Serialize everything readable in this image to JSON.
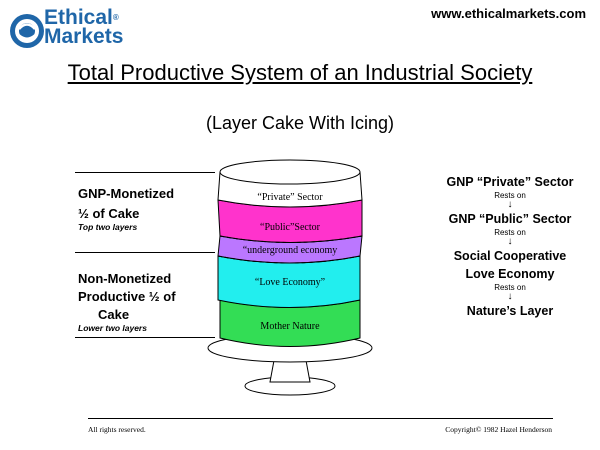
{
  "brand": {
    "logo_line1": "Ethical",
    "logo_mark": "®",
    "logo_line2": "Markets",
    "url": "www.ethicalmarkets.com",
    "colors": {
      "logo_blue": "#1f66a8"
    }
  },
  "title": {
    "main": "Total Productive System of an Industrial Society",
    "subtitle": "(Layer Cake With Icing)"
  },
  "left_panel": {
    "monetized": {
      "line1": "GNP-Monetized",
      "line2": "½ of Cake",
      "note": "Top two layers"
    },
    "non_monetized": {
      "line1": "Non-Monetized",
      "line2": "Productive ½ of",
      "line3": "Cake",
      "note": "Lower two layers"
    }
  },
  "cake": {
    "layers": [
      {
        "label": "“Private” Sector",
        "color": "#ffffff"
      },
      {
        "label": "“Public”Sector",
        "color": "#ff33cc"
      },
      {
        "label": "“underground economy",
        "color": "#bb77ff"
      },
      {
        "label": "“Love Economy”",
        "color": "#22eeee"
      },
      {
        "label": "Mother Nature",
        "color": "#33dd55"
      }
    ]
  },
  "right_panel": {
    "item1": "GNP “Private” Sector",
    "rests1": "Rests on",
    "item2": "GNP “Public” Sector",
    "rests2": "Rests on",
    "item3_line1": "Social Cooperative",
    "item3_line2": "Love Economy",
    "rests3": "Rests on",
    "item4": "Nature’s Layer"
  },
  "footer": {
    "left": "All rights reserved.",
    "right": "Copyright© 1982 Hazel Henderson"
  }
}
